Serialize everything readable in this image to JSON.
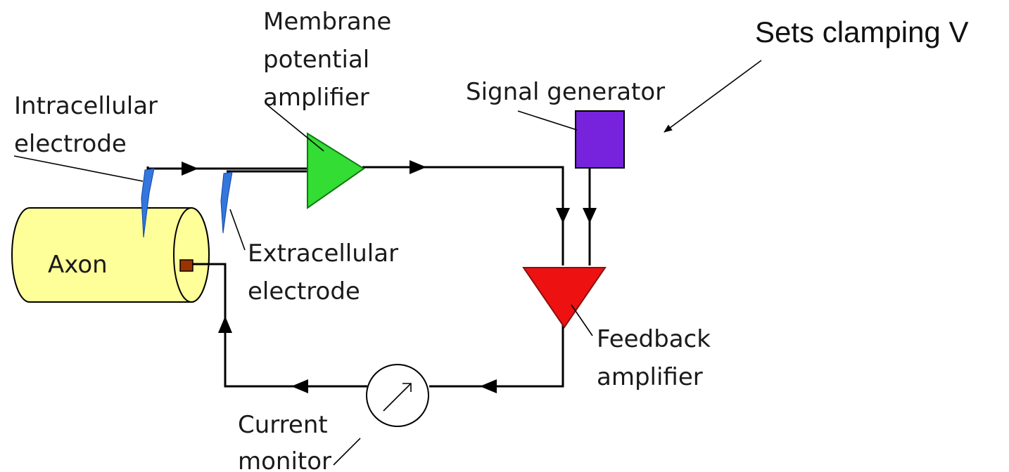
{
  "labels": {
    "membrane_amp": [
      "Membrane",
      "potential",
      "amplifier"
    ],
    "intracellular": [
      "Intracellular",
      "electrode"
    ],
    "extracellular": [
      "Extracellular",
      "electrode"
    ],
    "signal_generator": "Signal generator",
    "axon": "Axon",
    "feedback_amp": [
      "Feedback",
      "amplifier"
    ],
    "current_monitor": [
      "Current",
      "monitor"
    ],
    "clamping_note": "Sets clamping V"
  },
  "colors": {
    "axon_fill": "#ffff99",
    "membrane_amp": "#33dd33",
    "feedback_amp": "#ee1111",
    "signal_generator": "#7722dd",
    "electrode": "#3377dd",
    "axon_plug": "#993300"
  }
}
